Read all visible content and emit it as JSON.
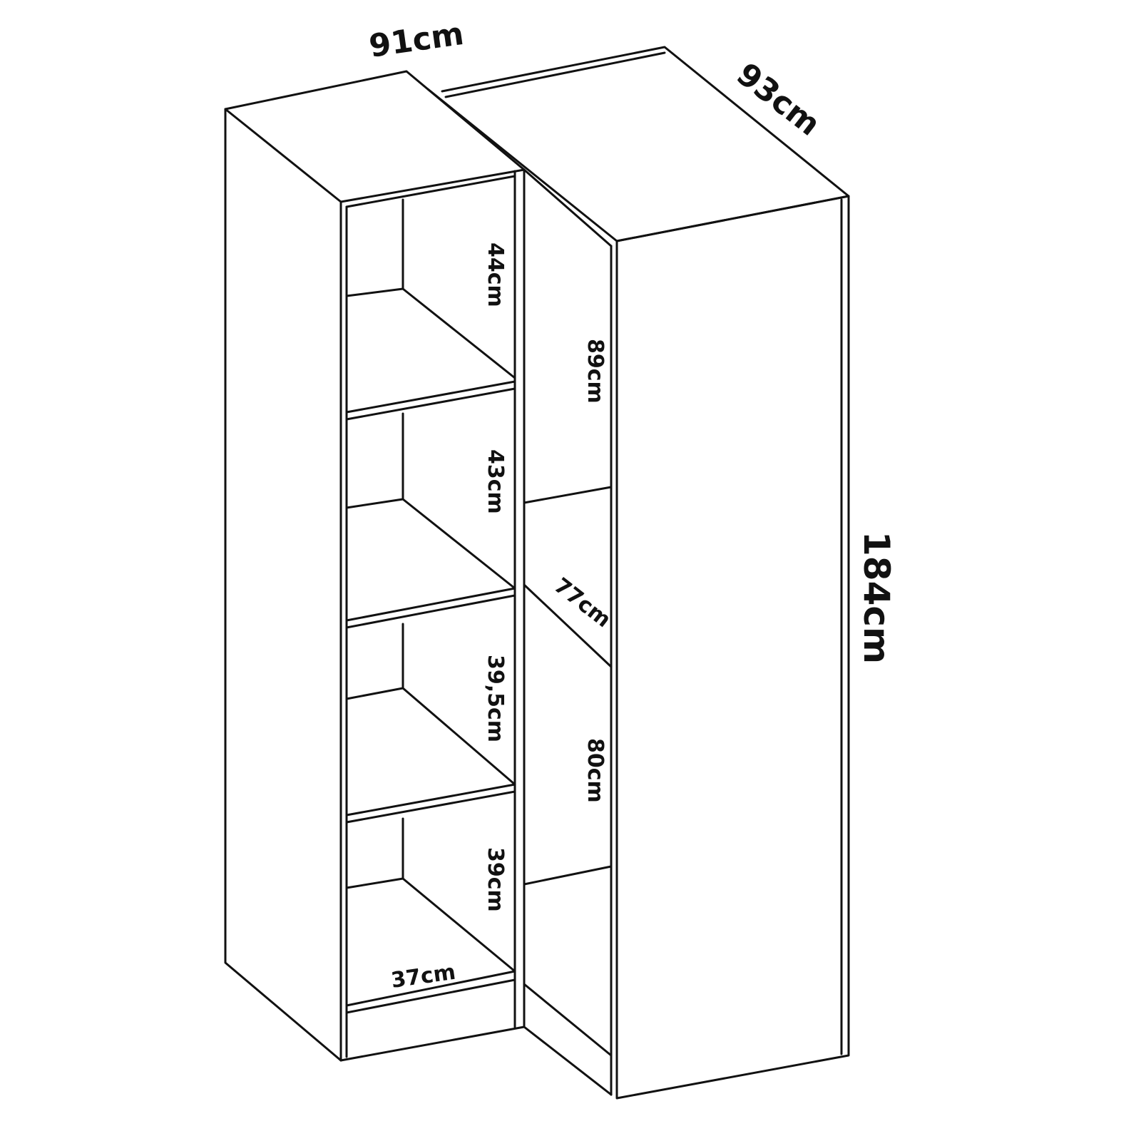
{
  "title": "Corner cabinet dimensions",
  "dimensions": {
    "width_left": "91cm",
    "depth_right": "93cm",
    "height": "184cm",
    "shelf_1": "44cm",
    "shelf_2": "43cm",
    "shelf_3": "39,5cm",
    "shelf_4": "39cm",
    "inner_width": "37cm",
    "corner_upper": "89cm",
    "corner_shelf_depth": "77cm",
    "corner_lower": "80cm"
  }
}
